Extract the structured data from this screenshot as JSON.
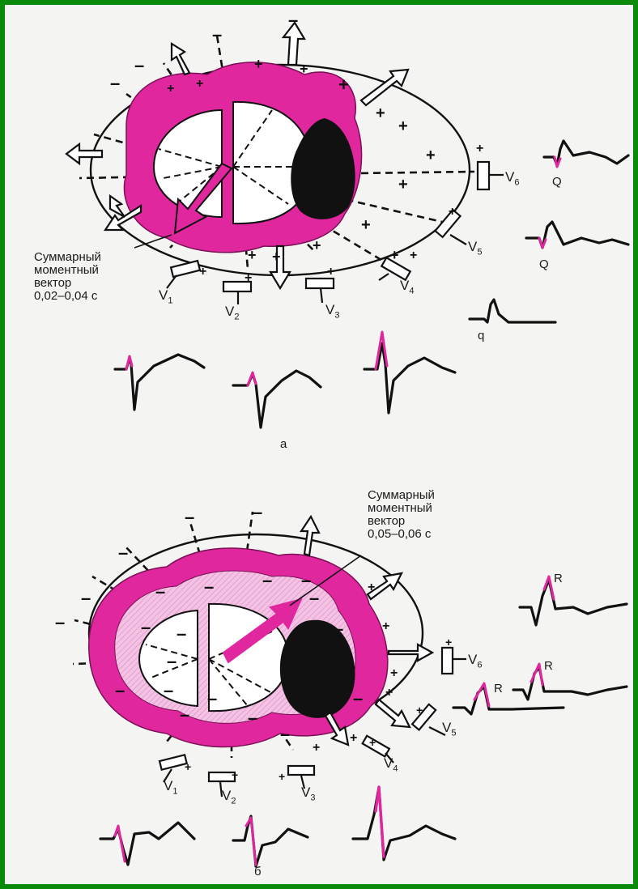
{
  "colors": {
    "frame": "#0a8a0a",
    "background": "#f4f4f2",
    "myocardium": "#e0279e",
    "myocardium_light": "#f2b8df",
    "infarct": "#111111",
    "ink": "#111111",
    "wave_highlight": "#e0279e"
  },
  "panel_a": {
    "label": "а",
    "vector_caption": [
      "Суммарный",
      "моментный",
      "вектор",
      "0,02–0,04 с"
    ],
    "leads": {
      "v1": "V",
      "v2": "V",
      "v3": "V",
      "v4": "V",
      "v5": "V",
      "v6": "V"
    },
    "lead_subscripts": {
      "v1": "1",
      "v2": "2",
      "v3": "3",
      "v4": "4",
      "v5": "5",
      "v6": "6"
    },
    "wave_labels": {
      "v6": "Q",
      "v5": "Q",
      "v4": "q"
    }
  },
  "panel_b": {
    "label": "б",
    "vector_caption": [
      "Суммарный",
      "моментный",
      "вектор",
      "0,05–0,06 с"
    ],
    "wave_labels": {
      "v6": "R",
      "v5": "R",
      "v4": "R"
    }
  },
  "symbols": {
    "plus": "+",
    "minus": "–"
  }
}
